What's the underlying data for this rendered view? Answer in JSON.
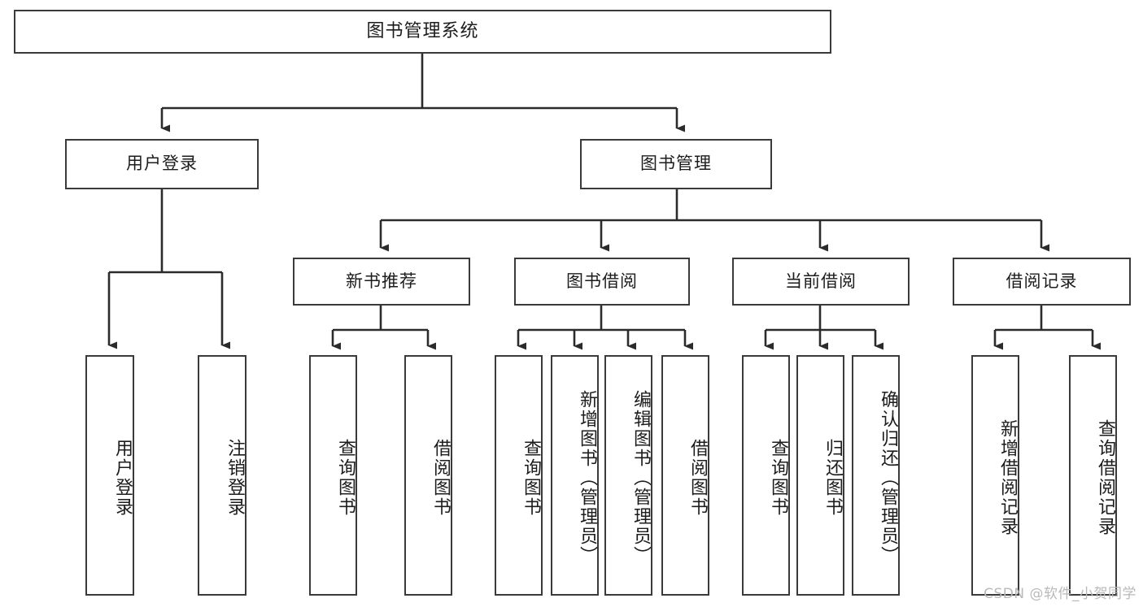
{
  "diagram": {
    "title": "图书管理系统",
    "watermark": "CSDN @软件_小贺同学",
    "colors": {
      "box_border": "#3a3a3a",
      "box_fill": "#ffffff",
      "line": "#2b2b2b",
      "text": "#1c1c1c",
      "watermark": "#b9b9b9",
      "background": "#ffffff"
    },
    "root": {
      "label": "图书管理系统"
    },
    "level2": [
      {
        "label": "用户登录"
      },
      {
        "label": "图书管理"
      }
    ],
    "level3": [
      {
        "label": "新书推荐"
      },
      {
        "label": "图书借阅"
      },
      {
        "label": "当前借阅"
      },
      {
        "label": "借阅记录"
      }
    ],
    "leaves": {
      "user_login": [
        {
          "label": "用户登录"
        },
        {
          "label": "注销登录"
        }
      ],
      "new_book_recommend": [
        {
          "label": "查询图书"
        },
        {
          "label": "借阅图书"
        }
      ],
      "book_borrow": [
        {
          "label": "查询图书"
        },
        {
          "label": "新增图书（管理员）"
        },
        {
          "label": "编辑图书（管理员）"
        },
        {
          "label": "借阅图书"
        }
      ],
      "current_borrow": [
        {
          "label": "查询图书"
        },
        {
          "label": "归还图书"
        },
        {
          "label": "确认归还（管理员）"
        }
      ],
      "borrow_records": [
        {
          "label": "新增借阅记录"
        },
        {
          "label": "查询借阅记录"
        }
      ]
    }
  },
  "chart_data": {
    "type": "diagram",
    "subtype": "tree-hierarchy",
    "title": "图书管理系统",
    "orientation": "top-down",
    "nodes": [
      {
        "id": "root",
        "label": "图书管理系统",
        "level": 0,
        "parent": null
      },
      {
        "id": "n-user-login",
        "label": "用户登录",
        "level": 1,
        "parent": "root"
      },
      {
        "id": "n-book-manage",
        "label": "图书管理",
        "level": 1,
        "parent": "root"
      },
      {
        "id": "n-user-login-leaf",
        "label": "用户登录",
        "level": 2,
        "parent": "n-user-login"
      },
      {
        "id": "n-logout-leaf",
        "label": "注销登录",
        "level": 2,
        "parent": "n-user-login"
      },
      {
        "id": "n-new-book",
        "label": "新书推荐",
        "level": 2,
        "parent": "n-book-manage"
      },
      {
        "id": "n-book-borrow",
        "label": "图书借阅",
        "level": 2,
        "parent": "n-book-manage"
      },
      {
        "id": "n-current-borrow",
        "label": "当前借阅",
        "level": 2,
        "parent": "n-book-manage"
      },
      {
        "id": "n-borrow-record",
        "label": "借阅记录",
        "level": 2,
        "parent": "n-book-manage"
      },
      {
        "id": "l-nb-1",
        "label": "查询图书",
        "level": 3,
        "parent": "n-new-book"
      },
      {
        "id": "l-nb-2",
        "label": "借阅图书",
        "level": 3,
        "parent": "n-new-book"
      },
      {
        "id": "l-bb-1",
        "label": "查询图书",
        "level": 3,
        "parent": "n-book-borrow"
      },
      {
        "id": "l-bb-2",
        "label": "新增图书（管理员）",
        "level": 3,
        "parent": "n-book-borrow"
      },
      {
        "id": "l-bb-3",
        "label": "编辑图书（管理员）",
        "level": 3,
        "parent": "n-book-borrow"
      },
      {
        "id": "l-bb-4",
        "label": "借阅图书",
        "level": 3,
        "parent": "n-book-borrow"
      },
      {
        "id": "l-cb-1",
        "label": "查询图书",
        "level": 3,
        "parent": "n-current-borrow"
      },
      {
        "id": "l-cb-2",
        "label": "归还图书",
        "level": 3,
        "parent": "n-current-borrow"
      },
      {
        "id": "l-cb-3",
        "label": "确认归还（管理员）",
        "level": 3,
        "parent": "n-current-borrow"
      },
      {
        "id": "l-br-1",
        "label": "新增借阅记录",
        "level": 3,
        "parent": "n-borrow-record"
      },
      {
        "id": "l-br-2",
        "label": "查询借阅记录",
        "level": 3,
        "parent": "n-borrow-record"
      }
    ],
    "edge_style": "orthogonal-with-arrowheads",
    "total_nodes": 20,
    "depth": 4
  }
}
